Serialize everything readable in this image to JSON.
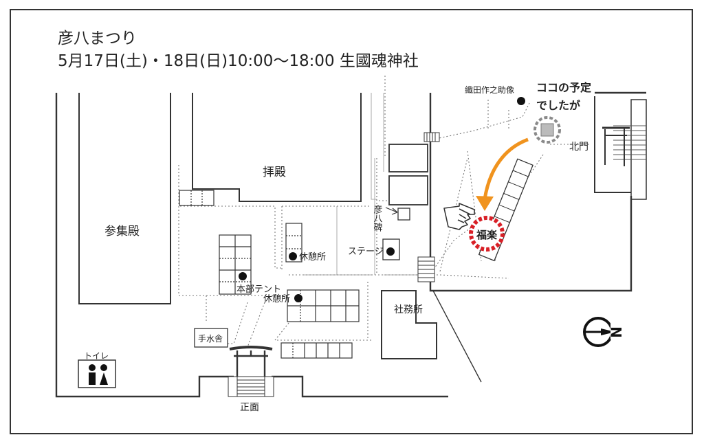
{
  "header": {
    "title": "彦八まつり",
    "date": "5月17日(土)・18日(日)10:00〜18:00 生國魂神社"
  },
  "labels": {
    "haiden": "拝殿",
    "sanshuden": "参集殿",
    "toilet": "トイレ",
    "temizuya": "手水舎",
    "shomen": "正面",
    "honbu": "本部テント",
    "kyukei1": "休憩所",
    "kyukei2": "休憩所",
    "stage": "ステージ",
    "hikohachi_monument": "彦八碑",
    "shamusho": "社務所",
    "kitamon": "北門",
    "oda_statue": "織田作之助像",
    "planned_line1": "ココの予定",
    "planned_line2": "でしたが",
    "fukuraku": "福楽",
    "north_letter": "N"
  },
  "colors": {
    "arrow": "#F0931E",
    "fukuraku_ring": "#D81F26",
    "planned_ring": "#8A8A8A",
    "line": "#333333"
  }
}
